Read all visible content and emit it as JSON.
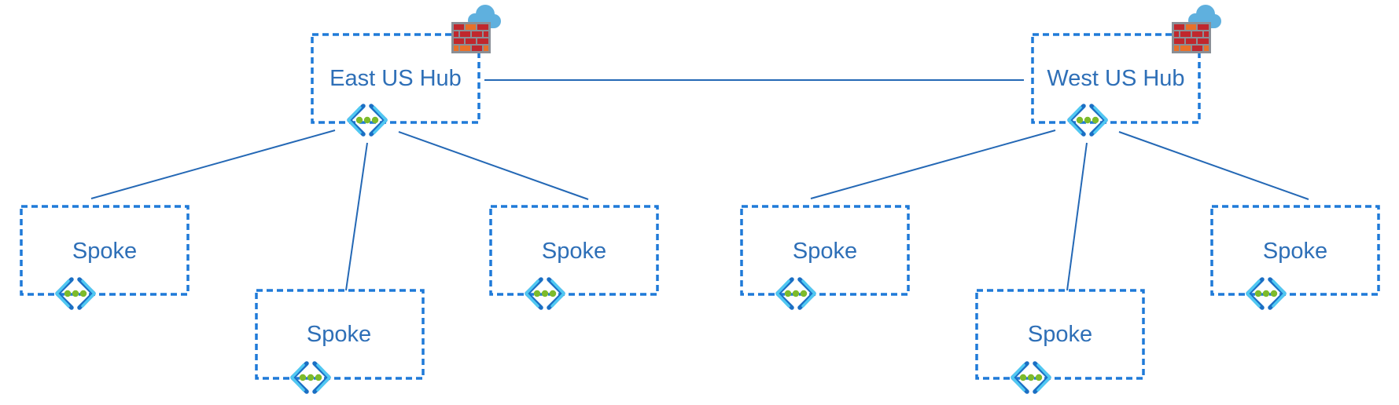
{
  "diagram": {
    "hubs": {
      "east": {
        "label": "East US Hub",
        "icon": "azure-firewall-icon"
      },
      "west": {
        "label": "West US Hub",
        "icon": "azure-firewall-icon"
      }
    },
    "spokes": {
      "east_1": {
        "label": "Spoke"
      },
      "east_2": {
        "label": "Spoke"
      },
      "east_3": {
        "label": "Spoke"
      },
      "west_1": {
        "label": "Spoke"
      },
      "west_2": {
        "label": "Spoke"
      },
      "west_3": {
        "label": "Spoke"
      }
    },
    "vnet_icon": "virtual-network-icon",
    "colors": {
      "box_border": "#1f7ad8",
      "label": "#2e6fb7",
      "connector": "#2468b5",
      "vnet_chevron_dark": "#1b6fc4",
      "vnet_chevron_light": "#50c8f2",
      "vnet_dots": "#7dbb2b",
      "firewall_red": "#c0272d",
      "firewall_orange": "#e8702a",
      "cloud_blue": "#5fb0de"
    }
  }
}
